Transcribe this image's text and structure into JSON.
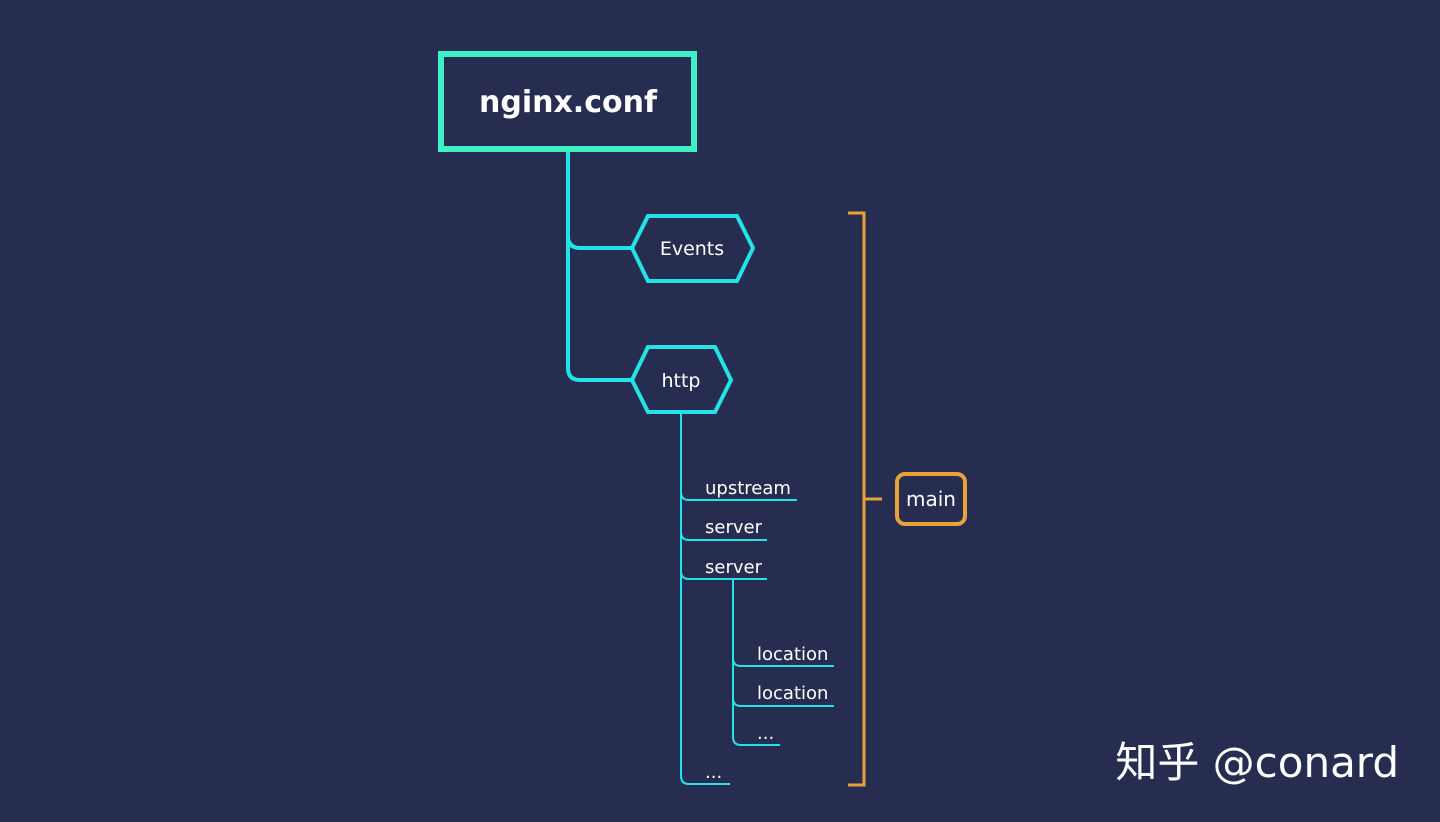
{
  "root": {
    "label": "nginx.conf"
  },
  "nodes": {
    "events": "Events",
    "http": "http"
  },
  "http_children": {
    "upstream": "upstream",
    "server_1": "server",
    "server_2": "server",
    "more": "..."
  },
  "server_children": {
    "location_1": "location",
    "location_2": "location",
    "more": "..."
  },
  "scope_label": "main",
  "watermark": "知乎 @conard",
  "colors": {
    "background": "#262d50",
    "root_border": "#3ef0c3",
    "branch": "#24e3e6",
    "bracket": "#e8a23a",
    "text": "#ffffff"
  }
}
